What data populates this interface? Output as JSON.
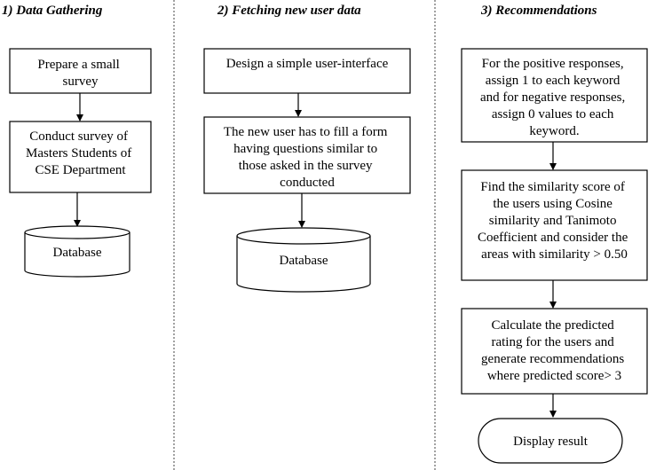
{
  "columns": [
    {
      "heading": "1) Data Gathering",
      "steps": [
        [
          "Prepare a small",
          "survey"
        ],
        [
          "Conduct survey of",
          "Masters Students of",
          "CSE Department"
        ]
      ],
      "database": "Database"
    },
    {
      "heading": "2) Fetching new user data",
      "steps": [
        [
          "Design a simple user-interface"
        ],
        [
          "The new user has to fill a form",
          "having questions similar to",
          "those asked in the survey",
          "conducted"
        ]
      ],
      "database": "Database"
    },
    {
      "heading": "3) Recommendations",
      "steps": [
        [
          "For the positive responses,",
          "assign 1 to each keyword",
          "and for negative responses,",
          "assign 0 values to each",
          "keyword."
        ],
        [
          "Find the similarity score of",
          "the users using Cosine",
          "similarity and Tanimoto",
          "Coefficient and consider the",
          "areas with similarity > 0.50"
        ],
        [
          "Calculate the predicted",
          "rating for the users and",
          "generate recommendations",
          "where predicted score> 3"
        ]
      ],
      "terminal": "Display result"
    }
  ]
}
